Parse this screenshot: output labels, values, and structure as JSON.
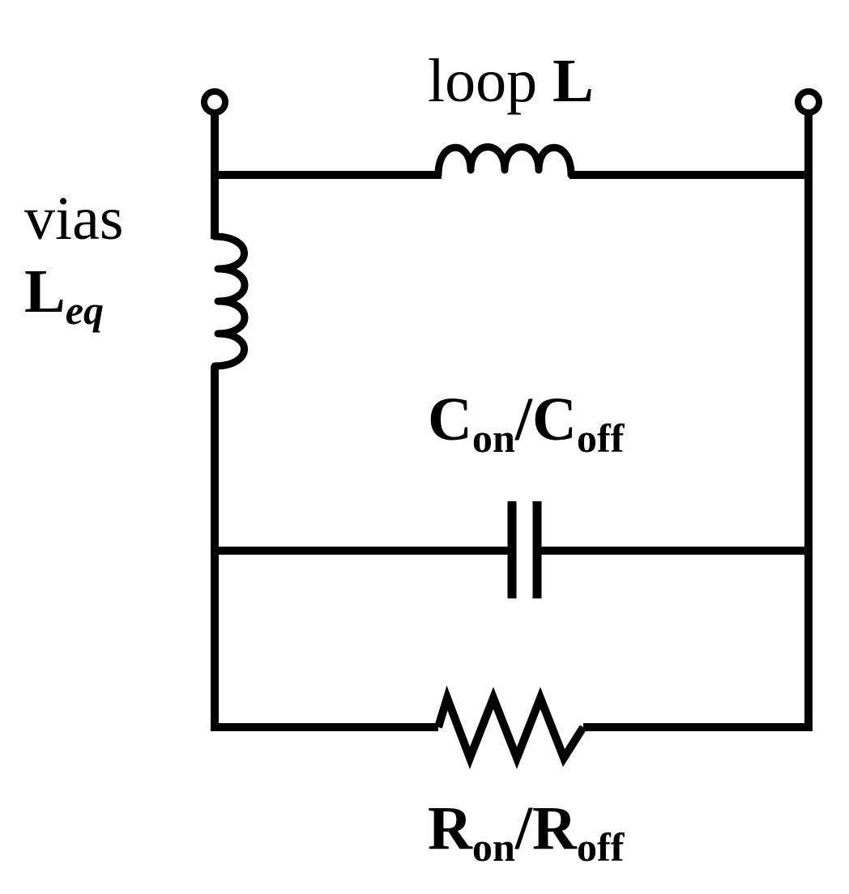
{
  "labels": {
    "loop_inductor": {
      "text": "loop ",
      "symbol": "L"
    },
    "vias_inductor": {
      "line1": "vias",
      "symbol": "L",
      "subscript": "eq"
    },
    "capacitor": {
      "symbol_a": "C",
      "sub_a": "on",
      "separator": "/",
      "symbol_b": "C",
      "sub_b": "off"
    },
    "resistor": {
      "symbol_a": "R",
      "sub_a": "on",
      "separator": "/",
      "symbol_b": "R",
      "sub_b": "off"
    }
  },
  "colors": {
    "stroke": "#000000",
    "background": "#ffffff"
  }
}
